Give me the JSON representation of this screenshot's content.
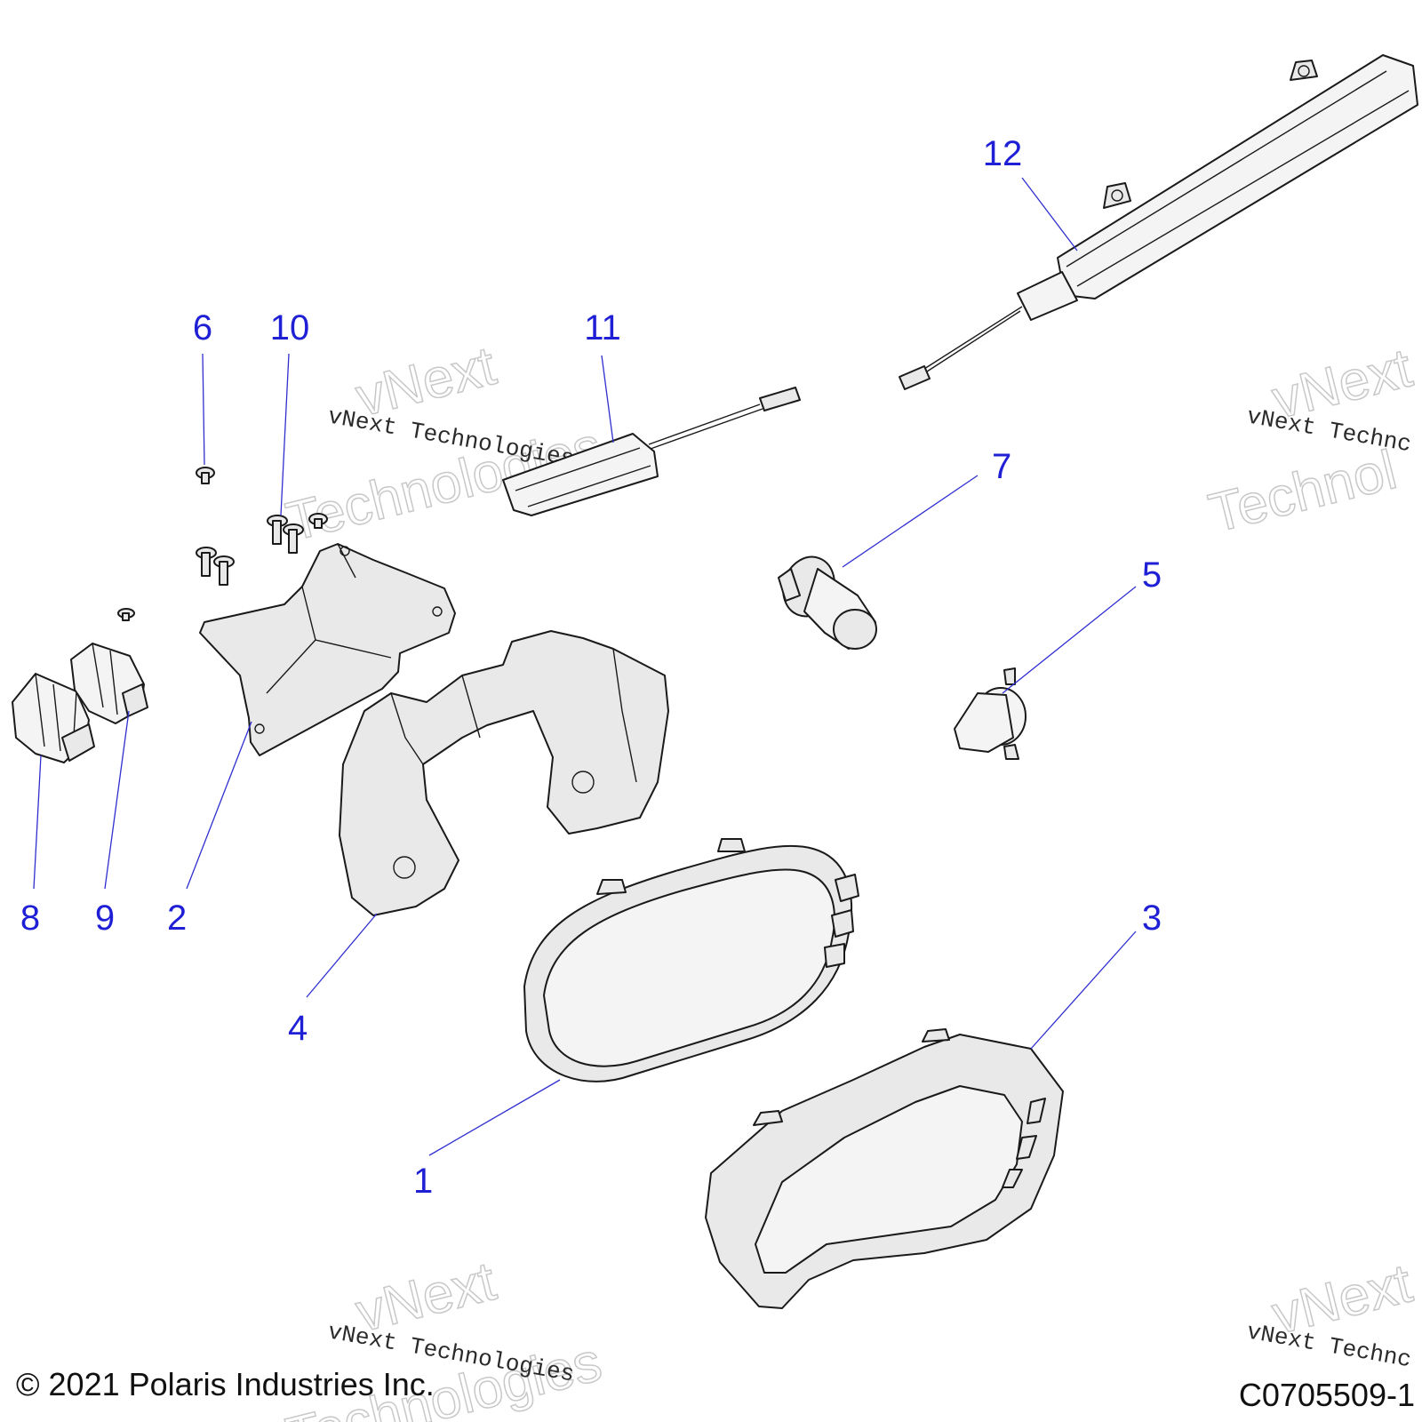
{
  "diagram": {
    "callouts": [
      {
        "id": "1",
        "label": "1"
      },
      {
        "id": "2",
        "label": "2"
      },
      {
        "id": "3",
        "label": "3"
      },
      {
        "id": "4",
        "label": "4"
      },
      {
        "id": "5",
        "label": "5"
      },
      {
        "id": "6",
        "label": "6"
      },
      {
        "id": "7",
        "label": "7"
      },
      {
        "id": "8",
        "label": "8"
      },
      {
        "id": "9",
        "label": "9"
      },
      {
        "id": "10",
        "label": "10"
      },
      {
        "id": "11",
        "label": "11"
      },
      {
        "id": "12",
        "label": "12"
      }
    ],
    "watermark": {
      "line1": "vNext Technologies",
      "outline_top": "vNext",
      "outline_bottom": "Technologies",
      "line1_cut": "vNext Technc",
      "outline_bottom_cut": "Technol"
    },
    "copyright": "© 2021 Polaris Industries Inc.",
    "figure_code": "C0705509-1"
  },
  "colors": {
    "callout": "#1f1fd6",
    "leader": "#2f2fd0",
    "part_fill": "#e9e9e9"
  }
}
